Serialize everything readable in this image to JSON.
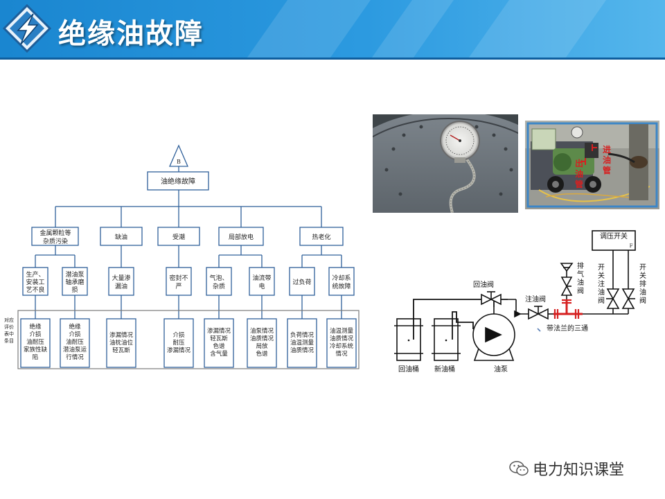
{
  "title": "绝缘油故障",
  "tree": {
    "root_symbol": "B",
    "root": "油绝缘故障",
    "categories": [
      "金属颗粒等",
      "杂质污染",
      "缺油",
      "受潮",
      "局部放电",
      "热老化"
    ],
    "causes": [
      [
        "生产、",
        "安装工",
        "艺不良"
      ],
      [
        "潜油泵",
        "轴承磨",
        "损"
      ],
      [
        "大量渗",
        "漏油"
      ],
      [
        "密封不",
        "严"
      ],
      [
        "气泡、",
        "杂质"
      ],
      [
        "油流带",
        "电"
      ],
      [
        "过负荷"
      ],
      [
        "冷却系",
        "统故障"
      ]
    ],
    "row_label": [
      "对应",
      "评价",
      "表中",
      "条目"
    ],
    "items": [
      [
        "绝缘",
        "介损",
        "油耐压",
        "家族性缺",
        "陷"
      ],
      [
        "绝缘",
        "介损",
        "油耐压",
        "潜油泵运",
        "行情况"
      ],
      [
        "渗漏情况",
        "油枕油位",
        "轻瓦斯"
      ],
      [
        "介损",
        "耐压",
        "渗漏情况"
      ],
      [
        "渗漏情况",
        "轻瓦斯",
        "色谱",
        "含气量"
      ],
      [
        "油泵情况",
        "油质情况",
        "局放",
        "色谱"
      ],
      [
        "负荷情况",
        "油温测量",
        "油质情况"
      ],
      [
        "油温测量",
        "油质情况",
        "冷却系统",
        "情况"
      ]
    ]
  },
  "photo_labels": {
    "in_pipe": [
      "进",
      "油",
      "管"
    ],
    "out_pipe": [
      "出",
      "油",
      "管"
    ]
  },
  "schematic": {
    "return_valve": "回油阀",
    "inject_valve": "注油阀",
    "vent_valve": [
      "排",
      "气",
      "油",
      "阀"
    ],
    "flange_tee": "带法兰的三通",
    "regulator": "调压开关",
    "regulator_f": "F",
    "switch_inject": [
      "开",
      "关",
      "注",
      "油",
      "阀"
    ],
    "switch_drain": [
      "开",
      "关",
      "排",
      "油",
      "阀"
    ],
    "return_tank": "回油桶",
    "new_tank": "新油桶",
    "pump": "油泵"
  },
  "watermark": "电力知识课堂",
  "colors": {
    "header": "#2a95dc",
    "tree_line": "#2e5f99",
    "red": "#d62020"
  }
}
